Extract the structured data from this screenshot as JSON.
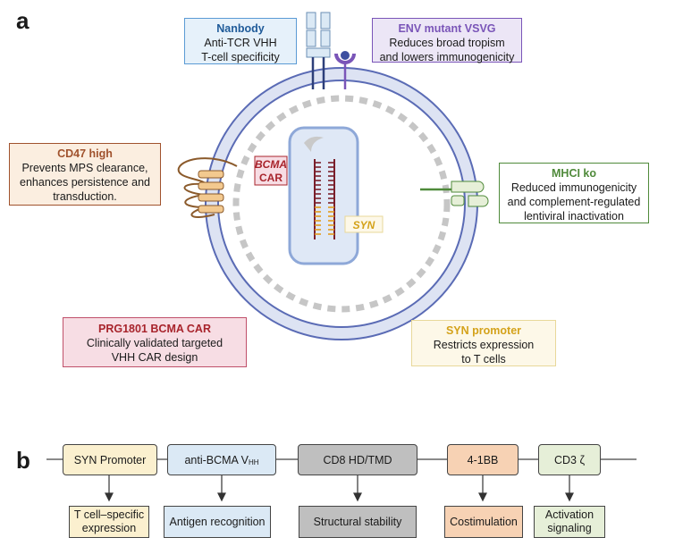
{
  "panel_a": {
    "label": "a"
  },
  "panel_b": {
    "label": "b"
  },
  "callouts": {
    "nanobody": {
      "title": "Nanbody",
      "lines": [
        "Anti-TCR VHH",
        "T-cell specificity"
      ],
      "title_color": "#1f5b99",
      "border": "#5b9bd5",
      "fill": "#e6f1fa"
    },
    "env": {
      "title": "ENV mutant VSVG",
      "lines": [
        "Reduces broad tropism",
        "and lowers immunogenicity"
      ],
      "title_color": "#7a55b8",
      "border": "#7a55b8",
      "fill": "#ece6f6"
    },
    "cd47": {
      "title": "CD47 high",
      "lines": [
        "Prevents MPS clearance,",
        "enhances persistence and",
        "transduction."
      ],
      "title_color": "#a0522d",
      "border": "#a0522d",
      "fill": "#fbeee0"
    },
    "mhci": {
      "title": "MHCI ko",
      "lines": [
        "Reduced immunogenicity",
        "and complement-regulated",
        "lentiviral inactivation"
      ],
      "title_color": "#4f8a3a",
      "border": "#4f8a3a",
      "fill": "#ffffff"
    },
    "prg": {
      "title": "PRG1801 BCMA CAR",
      "lines": [
        "Clinically validated targeted",
        "VHH  CAR design"
      ],
      "title_color": "#a8242c",
      "border": "#c0506a",
      "fill": "#f7dde4"
    },
    "syn": {
      "title": "SYN promoter",
      "lines": [
        "Restricts expression",
        "to T cells"
      ],
      "title_color": "#d4a21a",
      "border": "#e8d89a",
      "fill": "#fdf8e8"
    }
  },
  "virus_labels": {
    "bcma_car": [
      "BCMA",
      "CAR"
    ],
    "syn": "SYN"
  },
  "construct": {
    "genes": [
      {
        "label": "SYN Promoter",
        "fill": "#fbf0cf"
      },
      {
        "label": "anti-BCMA V",
        "sub": "HH",
        "fill": "#dbe9f5"
      },
      {
        "label": "CD8 HD/TMD",
        "fill": "#bfbfbf"
      },
      {
        "label": "4-1BB",
        "fill": "#f7d2b4"
      },
      {
        "label": "CD3 ζ",
        "fill": "#e6efd8"
      }
    ],
    "functions": [
      {
        "lines": [
          "T cell–specific",
          "expression"
        ],
        "fill": "#fbf0cf"
      },
      {
        "lines": [
          "Antigen recognition"
        ],
        "fill": "#dbe9f5"
      },
      {
        "lines": [
          "Structural stability"
        ],
        "fill": "#bfbfbf"
      },
      {
        "lines": [
          "Costimulation"
        ],
        "fill": "#f7d2b4"
      },
      {
        "lines": [
          "Activation",
          "signaling"
        ],
        "fill": "#e6efd8"
      }
    ]
  }
}
